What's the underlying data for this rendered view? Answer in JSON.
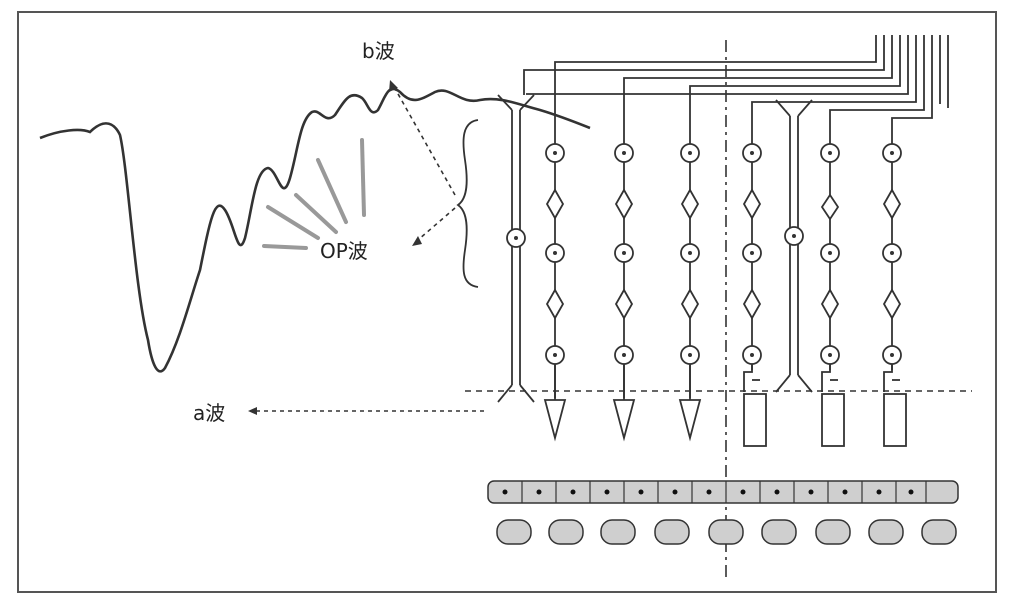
{
  "labels": {
    "b_wave": "b波",
    "op_wave": "OP波",
    "a_wave": "a波"
  },
  "colors": {
    "ink": "#333333",
    "frame": "#555555",
    "cell_fill": "#cfcfcf",
    "background": "#ffffff"
  }
}
